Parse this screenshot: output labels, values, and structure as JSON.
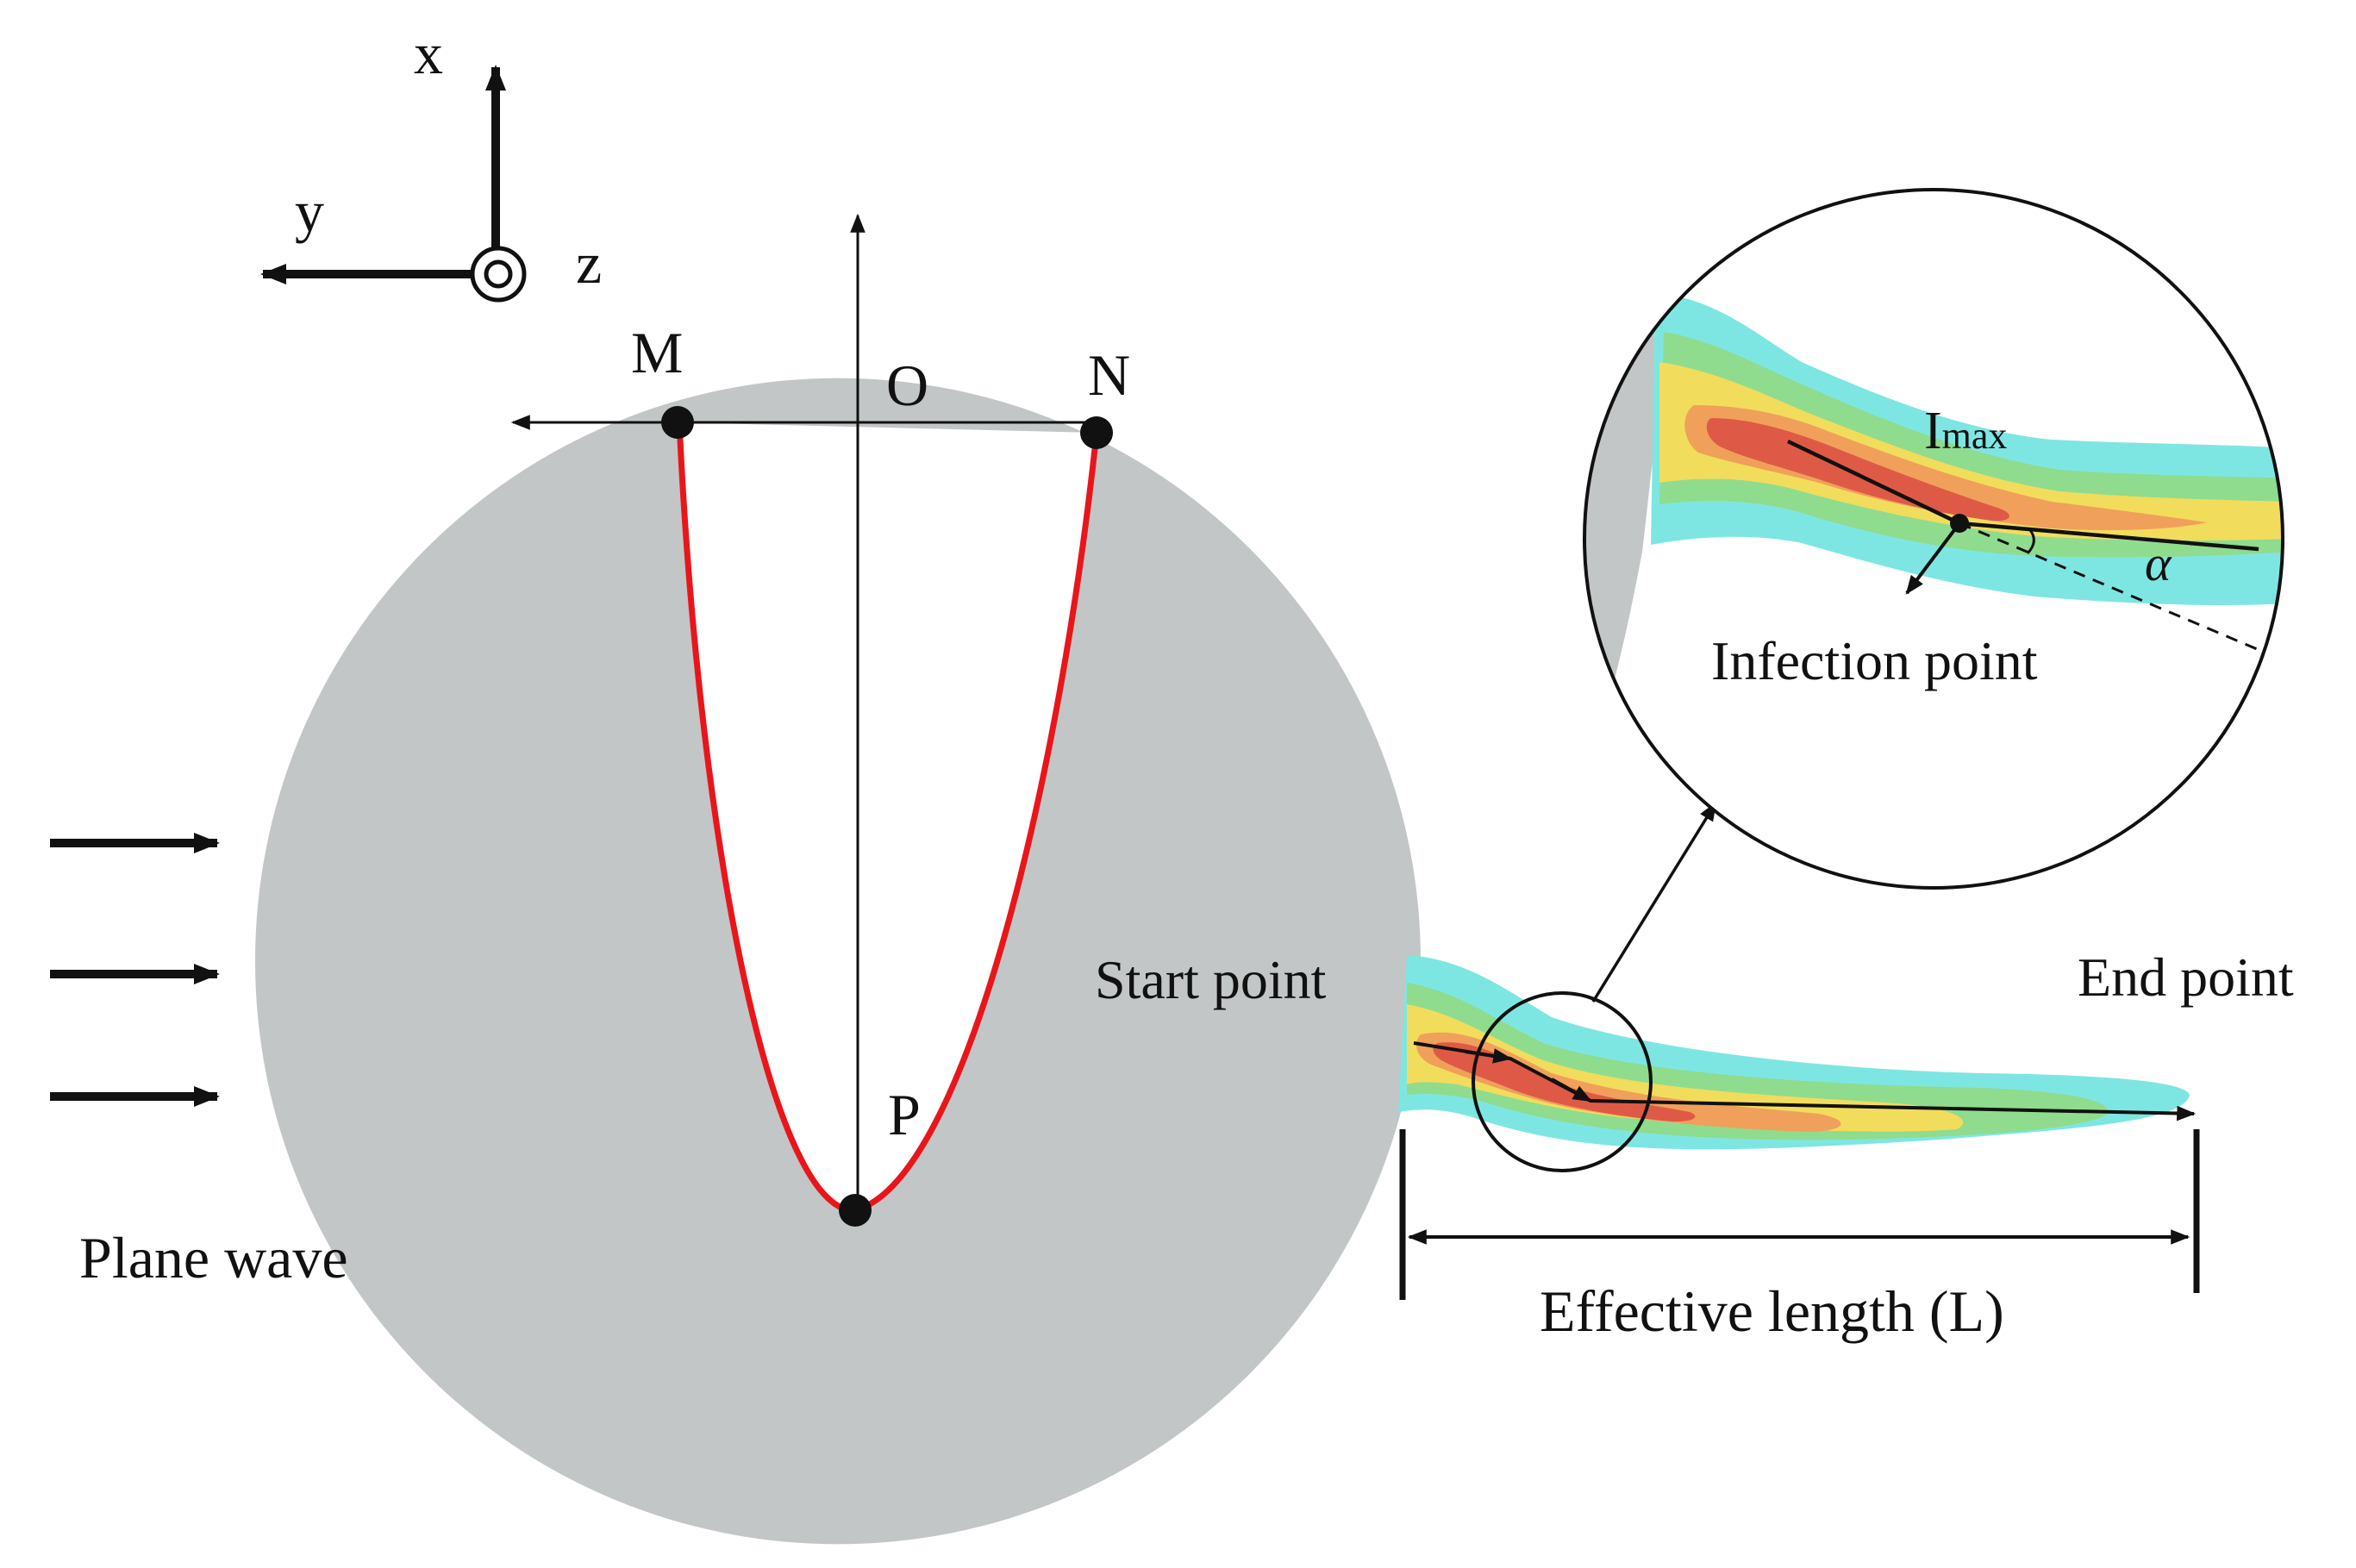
{
  "axes_triad": {
    "x_label": "x",
    "y_label": "y",
    "z_label": "z"
  },
  "points": {
    "M": "M",
    "O": "O",
    "N": "N",
    "P": "P"
  },
  "labels": {
    "plane_wave": "Plane wave",
    "start_point": "Start point",
    "end_point": "End point",
    "effective_length": "Effective length (L)",
    "inflection_point": "Infection point",
    "i_max_main": "I",
    "i_max_sub": "max",
    "alpha": "α"
  },
  "colors": {
    "sphere": "#c2c6c6",
    "profile_curve": "#e8161b",
    "jet_outer": "#7ee6e2",
    "jet_green": "#8fdc8f",
    "jet_yellow": "#f2dc5c",
    "jet_orange": "#f0a05a",
    "jet_red": "#de5a46"
  }
}
